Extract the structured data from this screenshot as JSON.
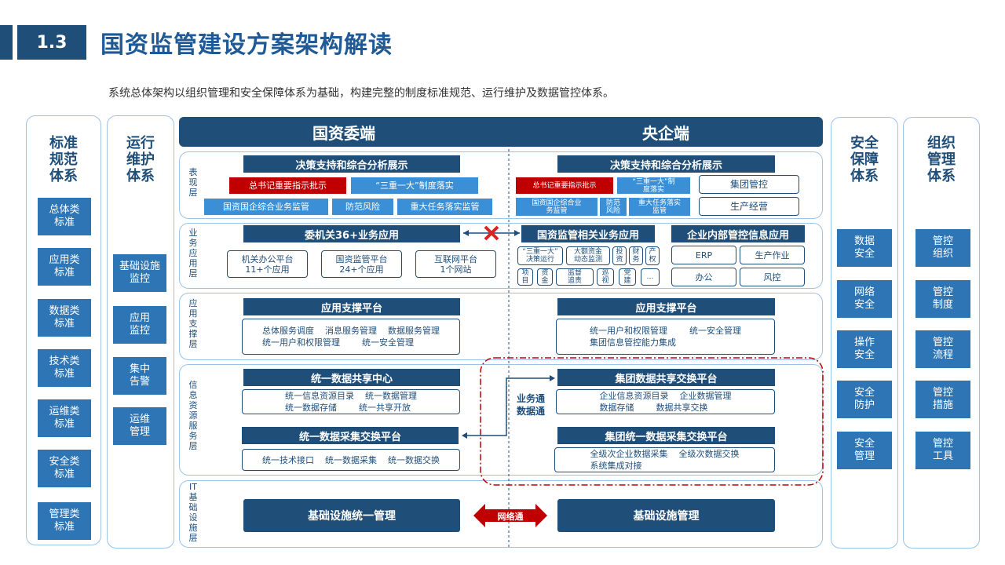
{
  "header": {
    "section_number": "1.3",
    "title": "国资监管建设方案架构解读",
    "subtitle": "系统总体架构以组织管理和安全保障体系为基础，构建完整的制度标准规范、运行维护及数据管控体系。"
  },
  "left_panels": {
    "standards": {
      "title": "标准\n规范\n体系",
      "items": [
        "总体类\n标准",
        "应用类\n标准",
        "数据类\n标准",
        "技术类\n标准",
        "运维类\n标准",
        "安全类\n标准",
        "管理类\n标准"
      ]
    },
    "operations": {
      "title": "运行\n维护\n体系",
      "items": [
        "基础设施\n监控",
        "应用\n监控",
        "集中\n告警",
        "运维\n管理"
      ]
    }
  },
  "right_panels": {
    "security": {
      "title": "安全\n保障\n体系",
      "items": [
        "数据\n安全",
        "网络\n安全",
        "操作\n安全",
        "安全\n防护",
        "安全\n管理"
      ]
    },
    "organization": {
      "title": "组织\n管理\n体系",
      "items": [
        "管控\n组织",
        "管控\n制度",
        "管控\n流程",
        "管控\n措施",
        "管控\n工具"
      ]
    }
  },
  "columns": {
    "left": "国资委端",
    "right": "央企端"
  },
  "layers": {
    "presentation": {
      "label": "表\n现\n层",
      "left_title": "决策支持和综合分析展示",
      "left_red": "总书记重要指示批示",
      "left_items": [
        "“三重一大”制度落实",
        "国资国企综合业务监管",
        "防范风险",
        "重大任务落实监管"
      ],
      "right_title": "决策支持和综合分析展示",
      "right_red": "总书记重要指示批示",
      "right_items": [
        "“三重一大”制\n度落实",
        "国资国企综合业\n务监管",
        "防范\n风险",
        "重大任务落实\n监管"
      ],
      "right_boxes": [
        "集团管控",
        "生产经营"
      ]
    },
    "business": {
      "label": "业\n务\n应\n用\n层",
      "left_title": "委机关36+业务应用",
      "left_items": [
        "机关办公平台\n11+个应用",
        "国资监管平台\n24+个应用",
        "互联网平台\n1个网站"
      ],
      "mid_title": "国资监管相关业务应用",
      "mid_items": [
        "“三重一大”\n决策运行",
        "大额资金\n动态监测",
        "投\n资",
        "财\n务",
        "产\n权",
        "项\n目",
        "资\n金",
        "监督\n追责",
        "巡\n视",
        "党\n建",
        "…"
      ],
      "right_title": "企业内部管控信息应用",
      "right_items": [
        "ERP",
        "生产作业",
        "办公",
        "风控"
      ]
    },
    "support": {
      "label": "应\n用\n支\n撑\n层",
      "left_title": "应用支撑平台",
      "left_text": "总体服务调度    消息服务管理    数据服务管理\n统一用户和权限管理        统一安全管理",
      "right_title": "应用支撑平台",
      "right_text": "统一用户和权限管理        统一安全管理\n集团信息管控能力集成"
    },
    "data": {
      "label": "信\n息\n资\n源\n服\n务\n层",
      "left_title1": "统一数据共享中心",
      "left_text1": "统一信息资源目录    统一数据管理\n统一数据存储        统一共享开放",
      "left_title2": "统一数据采集交换平台",
      "left_text2": "统一技术接口    统一数据采集    统一数据交换",
      "mid_label": "业务通\n数据通",
      "right_title1": "集团数据共享交换平台",
      "right_text1": "企业信息资源目录    企业数据管理\n数据存储        数据共享交换",
      "right_title2": "集团统一数据采集交换平台",
      "right_text2": "全级次企业数据采集    全级次数据交换\n系统集成对接"
    },
    "infrastructure": {
      "label": "IT\n基\n础\n设\n施\n层",
      "left_title": "基础设施统一管理",
      "arrow_label": "网络通",
      "right_title": "基础设施管理"
    }
  },
  "colors": {
    "dark_blue": "#1f4e79",
    "mid_blue": "#2e75b6",
    "light_blue": "#3a8fd6",
    "red": "#c00000",
    "border": "#9dc3e6"
  }
}
